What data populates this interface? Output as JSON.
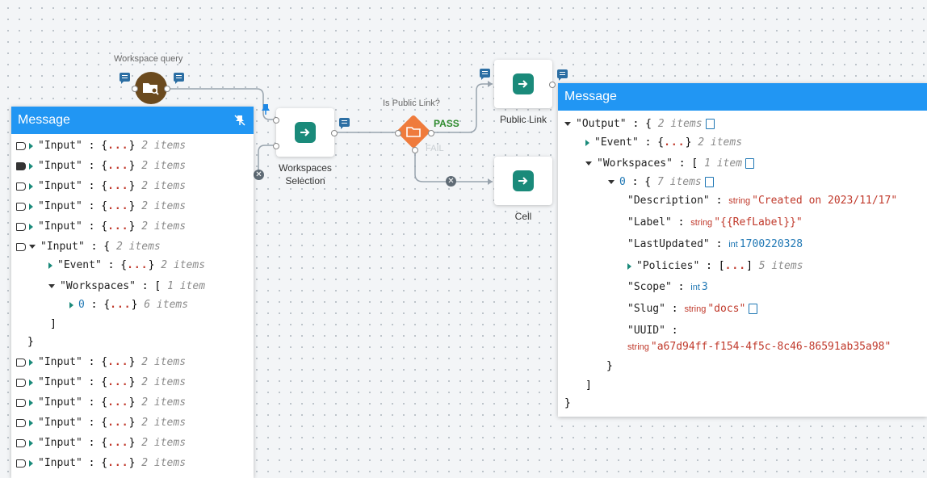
{
  "canvas": {
    "workspace_query_caption": "Workspace query",
    "decision_caption": "Is Public Link?",
    "pass_label": "PASS",
    "fail_label": "FAIL",
    "nodes": {
      "workspaces_selection_label_line1": "Workspaces",
      "workspaces_selection_label_line2": "Selection",
      "public_link_label": "Public Link",
      "cell_label": "Cell"
    }
  },
  "left_panel": {
    "title": "Message",
    "rows_top": [
      {
        "key": "\"Input\"",
        "count": "2 items"
      },
      {
        "key": "\"Input\"",
        "count": "2 items"
      },
      {
        "key": "\"Input\"",
        "count": "2 items"
      },
      {
        "key": "\"Input\"",
        "count": "2 items"
      },
      {
        "key": "\"Input\"",
        "count": "2 items"
      }
    ],
    "expanded": {
      "key": "\"Input\"",
      "count": "2 items",
      "event_key": "\"Event\"",
      "event_count": "2 items",
      "workspaces_key": "\"Workspaces\"",
      "workspaces_count": "1 item",
      "index_key": "0",
      "index_count": "6 items"
    },
    "rows_bottom": [
      {
        "key": "\"Input\"",
        "count": "2 items"
      },
      {
        "key": "\"Input\"",
        "count": "2 items"
      },
      {
        "key": "\"Input\"",
        "count": "2 items"
      },
      {
        "key": "\"Input\"",
        "count": "2 items"
      },
      {
        "key": "\"Input\"",
        "count": "2 items"
      },
      {
        "key": "\"Input\"",
        "count": "2 items"
      }
    ]
  },
  "right_panel": {
    "title": "Message",
    "output_key": "\"Output\"",
    "output_count": "2 items",
    "event_key": "\"Event\"",
    "event_count": "2 items",
    "workspaces_key": "\"Workspaces\"",
    "workspaces_count": "1 item",
    "index_key": "0",
    "index_count": "7 items",
    "fields": {
      "description_key": "\"Description\"",
      "description_type": "string",
      "description_value": "\"Created on 2023/11/17\"",
      "label_key": "\"Label\"",
      "label_type": "string",
      "label_value": "\"{{RefLabel}}\"",
      "lastupdated_key": "\"LastUpdated\"",
      "lastupdated_type": "int",
      "lastupdated_value": "1700220328",
      "policies_key": "\"Policies\"",
      "policies_count": "5 items",
      "scope_key": "\"Scope\"",
      "scope_type": "int",
      "scope_value": "3",
      "slug_key": "\"Slug\"",
      "slug_type": "string",
      "slug_value": "\"docs\"",
      "uuid_key": "\"UUID\"",
      "uuid_type": "string",
      "uuid_value": "\"a67d94ff-f154-4f5c-8c46-86591ab35a98\""
    }
  },
  "colors": {
    "panel_header": "#2196f3",
    "node_icon": "#1a8a7a",
    "decision": "#ef7b3c",
    "pass": "#2e8b2e",
    "query_node": "#6b4a1e"
  }
}
